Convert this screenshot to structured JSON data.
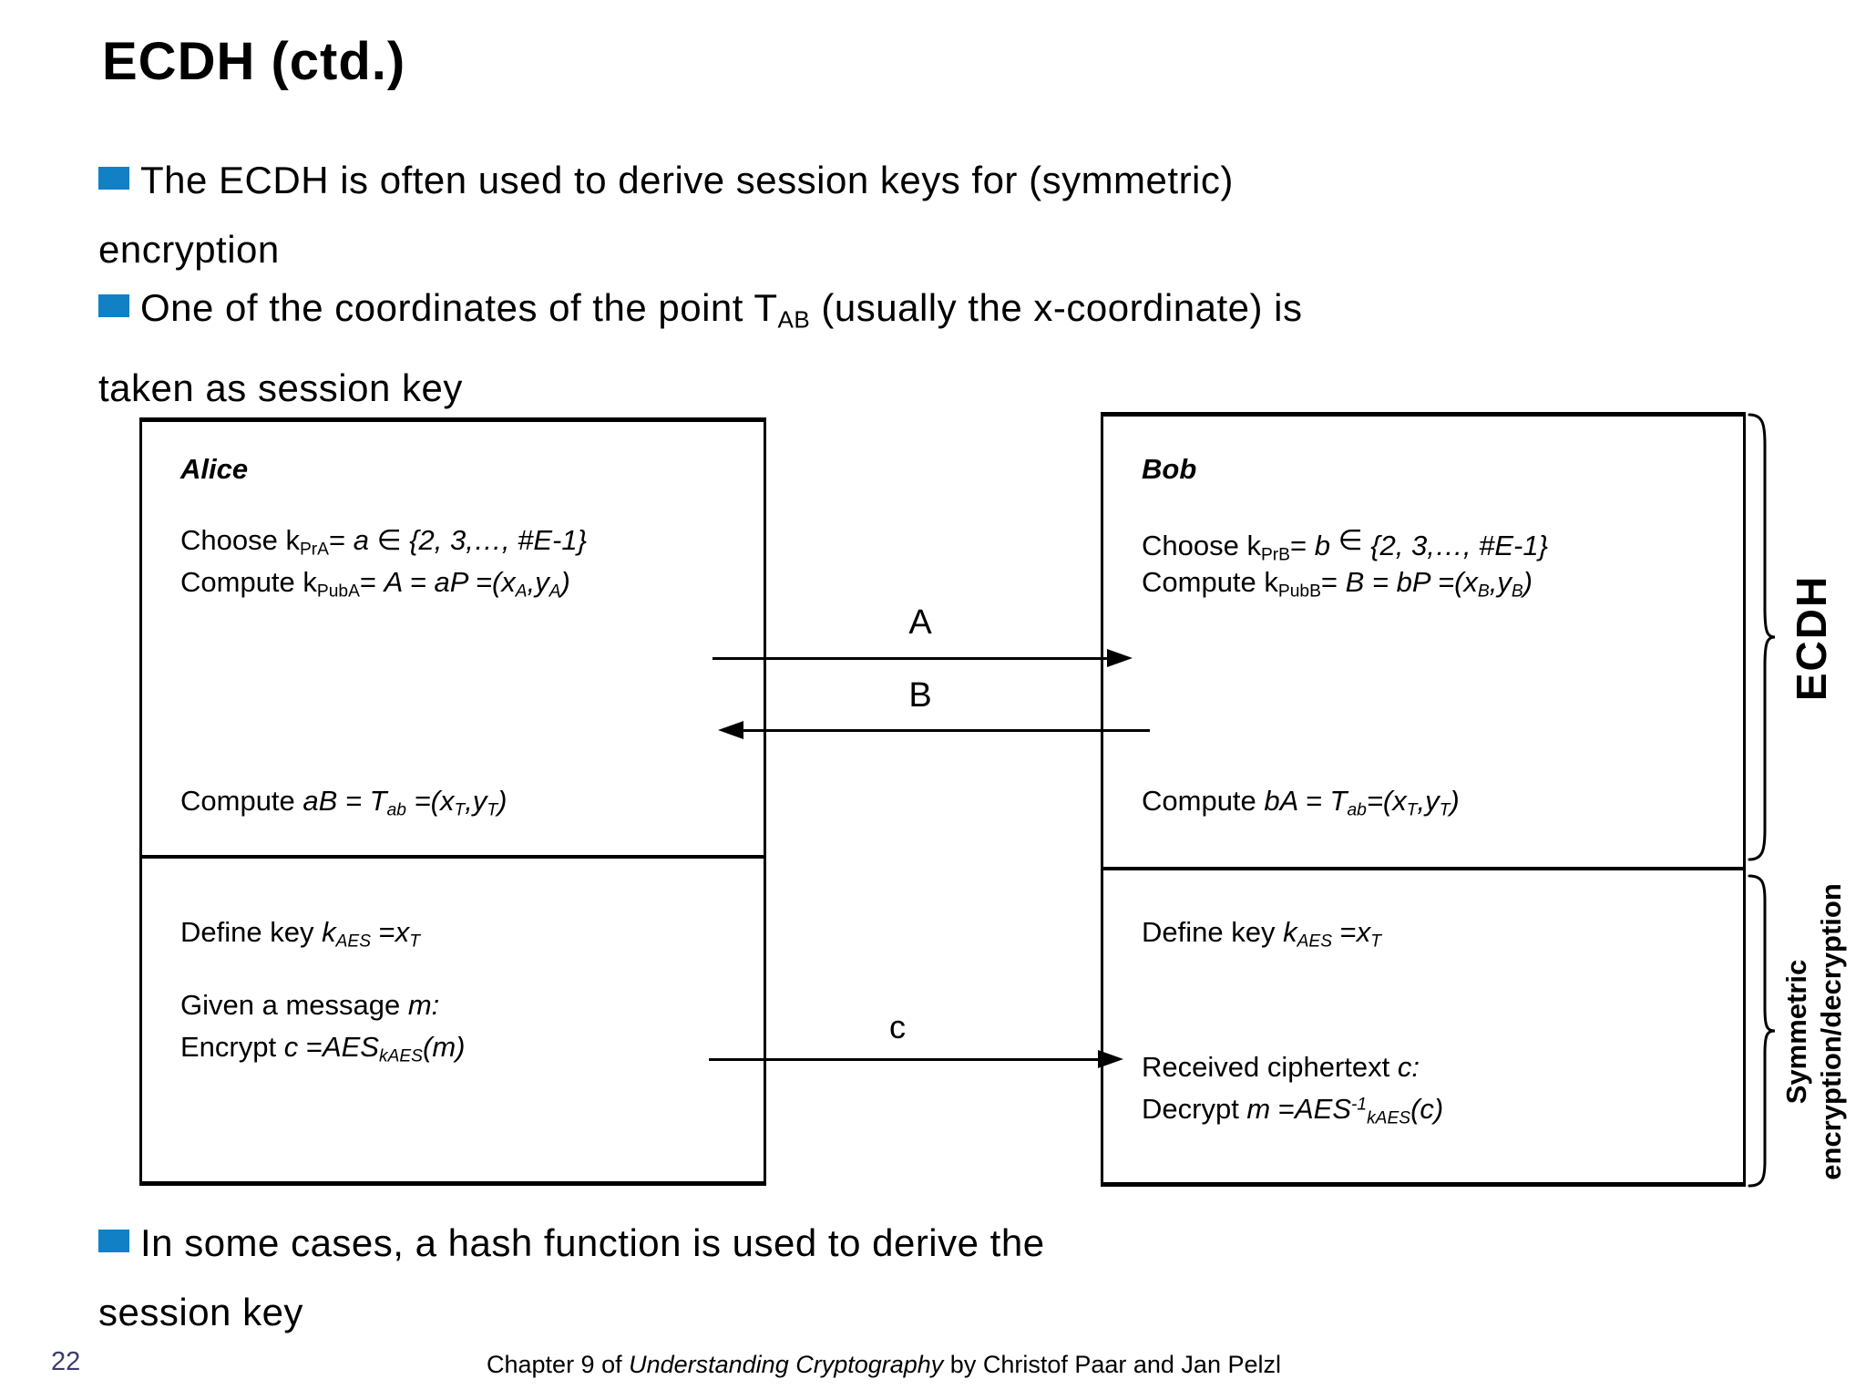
{
  "title": "ECDH (ctd.)",
  "colors": {
    "bullet": "#1180C4",
    "page_number": "#3C3C6E"
  },
  "bullets": {
    "b1": [
      {
        "t": "The ECDH is often used to derive session keys for (symmetric)"
      },
      {
        "br": true
      },
      {
        "t": "encryption"
      }
    ],
    "b2": [
      {
        "t": "One of the coordinates of the point T"
      },
      {
        "t": "AB",
        "s": "sub"
      },
      {
        "t": " (usually the x-coordinate) is"
      },
      {
        "br": true
      },
      {
        "t": "taken as session key"
      }
    ],
    "b3": [
      {
        "t": "In some cases, a hash function is used to derive the"
      },
      {
        "br": true
      },
      {
        "t": "session key"
      }
    ]
  },
  "diagram": {
    "alice": {
      "name": "Alice",
      "choose": [
        {
          "t": "Choose k"
        },
        {
          "t": "PrA",
          "s": "sub"
        },
        {
          "t": "= "
        },
        {
          "t": "a",
          "s": "i"
        },
        {
          "t": " ∈ "
        },
        {
          "t": "{2, 3,…, #E-1}",
          "s": "i"
        }
      ],
      "compute_pub": [
        {
          "t": "Compute k"
        },
        {
          "t": "PubA",
          "s": "sub"
        },
        {
          "t": "= "
        },
        {
          "t": "A = aP =(x",
          "s": "i"
        },
        {
          "t": "A",
          "s": "subi"
        },
        {
          "t": ",y",
          "s": "i"
        },
        {
          "t": "A",
          "s": "subi"
        },
        {
          "t": ")",
          "s": "i"
        }
      ],
      "compute_shared": [
        {
          "t": "Compute "
        },
        {
          "t": "aB = T",
          "s": "i"
        },
        {
          "t": "ab",
          "s": "subi"
        },
        {
          "t": " =(x",
          "s": "i"
        },
        {
          "t": "T",
          "s": "subi"
        },
        {
          "t": ",y",
          "s": "i"
        },
        {
          "t": "T",
          "s": "subi"
        },
        {
          "t": ")",
          "s": "i"
        }
      ],
      "define_key": [
        {
          "t": "Define key "
        },
        {
          "t": "k",
          "s": "i"
        },
        {
          "t": "AES",
          "s": "subi"
        },
        {
          "t": " ="
        },
        {
          "t": "x",
          "s": "i"
        },
        {
          "t": "T",
          "s": "subi"
        }
      ],
      "given": [
        {
          "t": "Given a message "
        },
        {
          "t": "m:",
          "s": "i"
        }
      ],
      "encrypt": [
        {
          "t": "Encrypt "
        },
        {
          "t": "c",
          "s": "i"
        },
        {
          "t": " ="
        },
        {
          "t": "AES",
          "s": "i"
        },
        {
          "t": "kAES",
          "s": "subi"
        },
        {
          "t": "(m)",
          "s": "i"
        }
      ]
    },
    "bob": {
      "name": "Bob",
      "choose": [
        {
          "t": "Choose k"
        },
        {
          "t": "PrB",
          "s": "sub"
        },
        {
          "t": "= "
        },
        {
          "t": "b",
          "s": "i"
        },
        {
          "t": " ∈ ",
          "s": "elev"
        },
        {
          "t": "{2, 3,…, #E-1}",
          "s": "i"
        }
      ],
      "compute_pub": [
        {
          "t": "Compute k"
        },
        {
          "t": "PubB",
          "s": "sub"
        },
        {
          "t": "= "
        },
        {
          "t": "B = bP =(x",
          "s": "i"
        },
        {
          "t": "B",
          "s": "subi"
        },
        {
          "t": ",y",
          "s": "i"
        },
        {
          "t": "B",
          "s": "subi"
        },
        {
          "t": ")",
          "s": "i"
        }
      ],
      "compute_shared": [
        {
          "t": "Compute "
        },
        {
          "t": "bA = T",
          "s": "i"
        },
        {
          "t": "ab",
          "s": "subi"
        },
        {
          "t": "=(x",
          "s": "i"
        },
        {
          "t": "T",
          "s": "subi"
        },
        {
          "t": ",y",
          "s": "i"
        },
        {
          "t": "T",
          "s": "subi"
        },
        {
          "t": ")",
          "s": "i"
        }
      ],
      "define_key": [
        {
          "t": "Define key "
        },
        {
          "t": "k",
          "s": "i"
        },
        {
          "t": "AES",
          "s": "subi"
        },
        {
          "t": " ="
        },
        {
          "t": "x",
          "s": "i"
        },
        {
          "t": "T",
          "s": "subi"
        }
      ],
      "received": [
        {
          "t": "Received ciphertext "
        },
        {
          "t": "c:",
          "s": "i"
        }
      ],
      "decrypt": [
        {
          "t": "Decrypt "
        },
        {
          "t": "m",
          "s": "i"
        },
        {
          "t": " ="
        },
        {
          "t": "AES",
          "s": "i"
        },
        {
          "t": "-1",
          "s": "supi"
        },
        {
          "t": "kAES",
          "s": "subi"
        },
        {
          "t": "(c)",
          "s": "i"
        }
      ]
    },
    "arrow_labels": {
      "a": "A",
      "b": "B",
      "c": "c"
    },
    "side_labels": {
      "ecdh": "ECDH",
      "symmetric": [
        {
          "t": "Symmetric"
        },
        {
          "br": true
        },
        {
          "t": "encryption/decryption"
        }
      ]
    }
  },
  "footer": {
    "page_number": "22",
    "citation": [
      {
        "t": "Chapter 9 of "
      },
      {
        "t": "Understanding Cryptography",
        "s": "i"
      },
      {
        "t": " by Christof Paar and Jan Pelzl"
      }
    ]
  }
}
